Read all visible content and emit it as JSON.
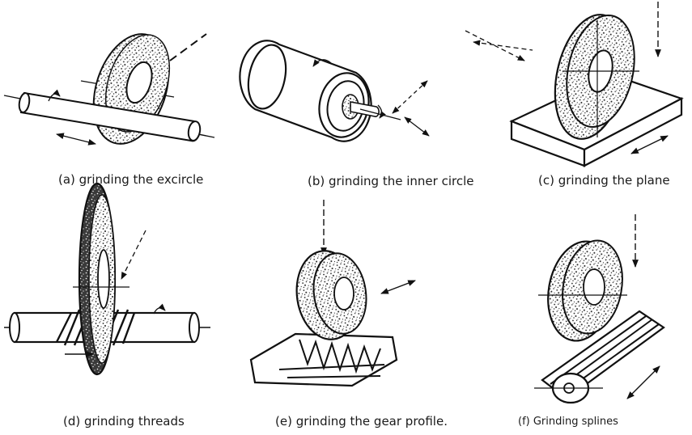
{
  "panels": [
    {
      "caption": "(a) grinding the excircle"
    },
    {
      "caption": "(b) grinding the inner circle"
    },
    {
      "caption": "(c) grinding the plane"
    },
    {
      "caption": "(d) grinding threads"
    },
    {
      "caption": "(e) grinding the gear profile."
    },
    {
      "caption": "(f) Grinding splines"
    }
  ],
  "colors": {
    "ink": "#111111",
    "wheel_fill": "#ffffff",
    "speckle": "#222222"
  },
  "icons": [
    "grinding-wheel-icon",
    "workpiece-icon",
    "motion-arrow-icon",
    "rotation-arrow-icon"
  ]
}
